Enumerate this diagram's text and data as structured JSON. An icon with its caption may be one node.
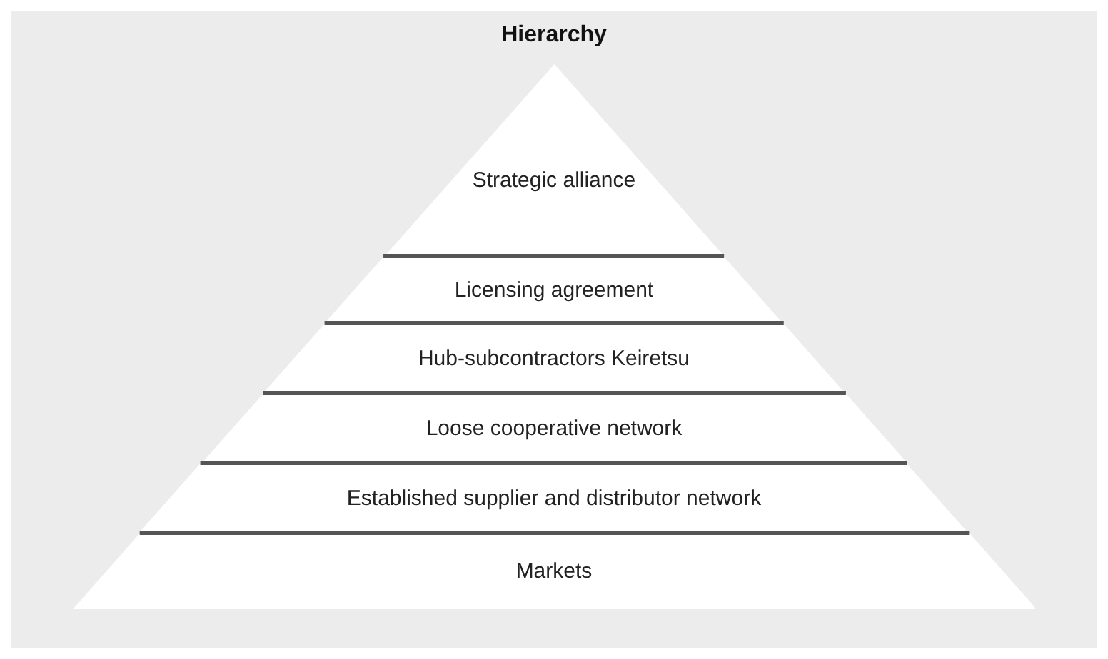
{
  "diagram": {
    "title": "Hierarchy",
    "nodes": [
      {
        "text": [
          "Strategic alliance"
        ]
      },
      {
        "text": [
          "Licensing agreement"
        ]
      },
      {
        "text": [
          "Hub-subcontractors Keiretsu"
        ]
      },
      {
        "text": [
          "Loose cooperative network"
        ]
      },
      {
        "text": [
          "Established supplier and distributor network"
        ]
      },
      {
        "text": [
          "Markets"
        ]
      }
    ]
  }
}
